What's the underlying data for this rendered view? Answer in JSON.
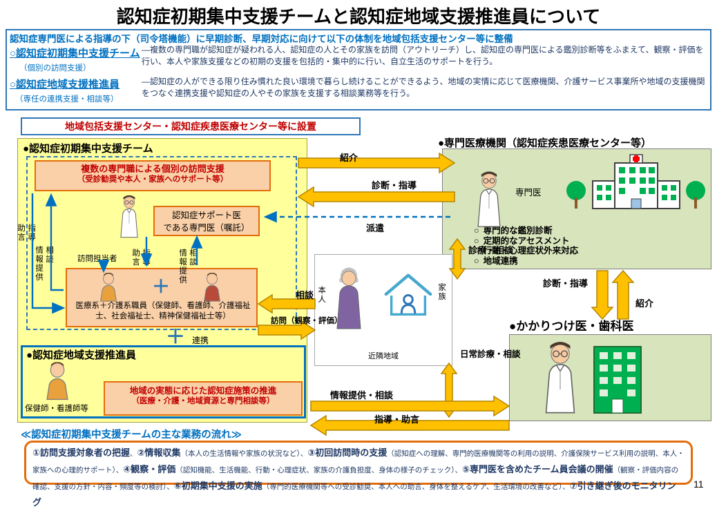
{
  "page": {
    "title": "認知症初期集中支援チームと認知症地域支援推進員について",
    "page_number": "11"
  },
  "header": {
    "intro": "認知症専門医による指導の下（司令塔機能）に早期診断、早期対応に向けて以下の体制を地域包括支援センター等に整備",
    "team_name": "○認知症初期集中支援チーム",
    "team_sub": "（個別の訪問支援）",
    "team_desc": "―複数の専門職が認知症が疑われる人、認知症の人とその家族を訪問（アウトリーチ）し、認知症の専門医による鑑別診断等をふまえて、観察・評価を行い、本人や家族支援などの初期の支援を包括的・集中的に行い、自立生活のサポートを行う。",
    "promoter_name": "○認知症地域支援推進員",
    "promoter_sub": "（専任の連携支援・相談等）",
    "promoter_desc": "―認知症の人ができる限り住み慣れた良い環境で暮らし続けることができるよう、地域の実情に応じて医療機関、介護サービス事業所や地域の支援機関をつなぐ連携支援や認知症の人やその家族を支援する相談業務等を行う。"
  },
  "placement_label": "地域包括支援センター・認知症疾患医療センター等に設置",
  "team": {
    "title": "●認知症初期集中支援チーム",
    "visit_line1": "複数の専門職による個別の訪問支援",
    "visit_line2": "（受診勧奨や本人・家族へのサポート等）",
    "doctor_line1": "認知症サポート医",
    "doctor_line2": "である専門医（嘱託）",
    "staff_text": "医療系＋介護系職員（保健師、看護師、介護福祉士、社会福祉士、精神保健福祉士等）",
    "advice": "助言",
    "guidance": "指導",
    "info": "情報提供",
    "consult": "相談",
    "visitor": "訪問担当者",
    "plus": "＋",
    "renkei": "連携"
  },
  "promoter": {
    "title": "●認知症地域支援推進員",
    "person": "保健師・看護師等",
    "policy_line1": "地域の実態に応じた認知症施策の推進",
    "policy_line2": "（医療・介護・地域資源と専門相談等）"
  },
  "center": {
    "self": "本人",
    "family": "家族",
    "neighborhood": "近隣地域"
  },
  "medical": {
    "title": "●専門医療機関（認知症疾患医療センター等）",
    "doctor": "専門医",
    "bullet_char": "○",
    "bullets": [
      "専門的な鑑別診断",
      "定期的なアセスメント",
      "行動・心理症状外来対応",
      "地域連携"
    ]
  },
  "family_doctor": {
    "title": "●かかりつけ医・歯科医"
  },
  "arrows": {
    "referral_top": "紹介",
    "diagnosis_top": "診断・指導",
    "dispatch": "派遣",
    "care_consult": "診療・相談",
    "consult": "相談",
    "visit": "訪問（観察・評価）",
    "diagnosis_right": "診断・指導",
    "referral_right": "紹介",
    "daily_care": "日常診療・相談",
    "info_consult": "情報提供・相談",
    "guidance_advice": "指導・助言"
  },
  "flow": {
    "title": "≪認知症初期集中支援チームの主な業務の流れ≫",
    "segments": [
      {
        "b": "①訪問支援対象者の把握",
        "n": "、"
      },
      {
        "b": "②情報収集",
        "n": "（本人の生活情報や家族の状況など）、"
      },
      {
        "b": "③初回訪問時の支援",
        "n": "（認知症への理解、専門的医療機関等の利用の説明、介護保険サービス利用の説明、本人・家族への心理的サポート）、"
      },
      {
        "b": "④観察・評価",
        "n": "（認知機能、生活機能、行動・心理症状、家族の介護負担度、身体の様子のチェック）、"
      },
      {
        "b": "⑤専門医を含めたチーム員会議の開催",
        "n": "（観察・評価内容の確認、支援の方針・内容・頻度等の検討）、"
      },
      {
        "b": "⑥初期集中支援の実施",
        "n": "（専門的医療機関等への受診勧奨、本人への助言、身体を整えるケア、生活環境の改善など）、"
      },
      {
        "b": "⑦引き継ぎ後のモニタリング",
        "n": ""
      }
    ]
  },
  "colors": {
    "accent_blue": "#0070C0",
    "dark_navy": "#1F3864",
    "red": "#C00000",
    "orange_border": "#E36C0A",
    "orange_fill": "#FAD0A8",
    "yellow_fill": "#FFFF9C",
    "green_fill": "#D8E4BC",
    "arrow_yellow": "#FFC000"
  }
}
